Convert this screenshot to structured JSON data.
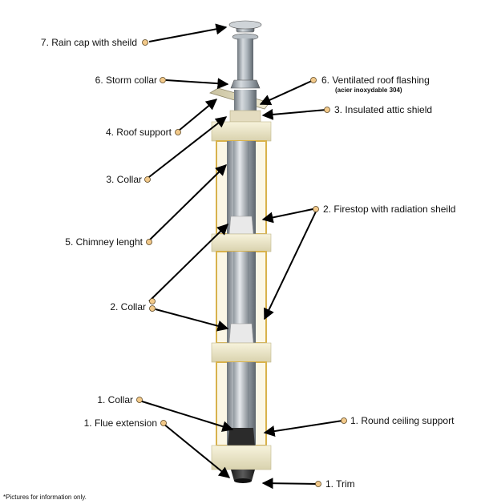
{
  "labels": {
    "rain_cap": "7. Rain cap with sheild",
    "storm_collar": "6. Storm collar",
    "ventilated_flashing": "6. Ventilated roof flashing",
    "ventilated_flashing_sub": "(acier inoxydable 304)",
    "insulated_attic_shield": "3. Insulated attic shield",
    "roof_support": "4. Roof support",
    "collar_3": "3. Collar",
    "firestop": "2. Firestop with radiation sheild",
    "chimney_length": "5. Chimney lenght",
    "collar_2": "2. Collar",
    "collar_1": "1. Collar",
    "flue_extension": "1. Flue extension",
    "round_ceiling_support": "1. Round ceiling support",
    "trim": "1. Trim"
  },
  "footnote": "*Pictures for information only.",
  "colors": {
    "label_dot": "#f2c98a",
    "housing_edge": "#d8b24c",
    "housing_fill": "#fbf7e6",
    "support_plate": "#ece7c8",
    "pipe": "#aeb6bd",
    "arrow": "#000000"
  }
}
